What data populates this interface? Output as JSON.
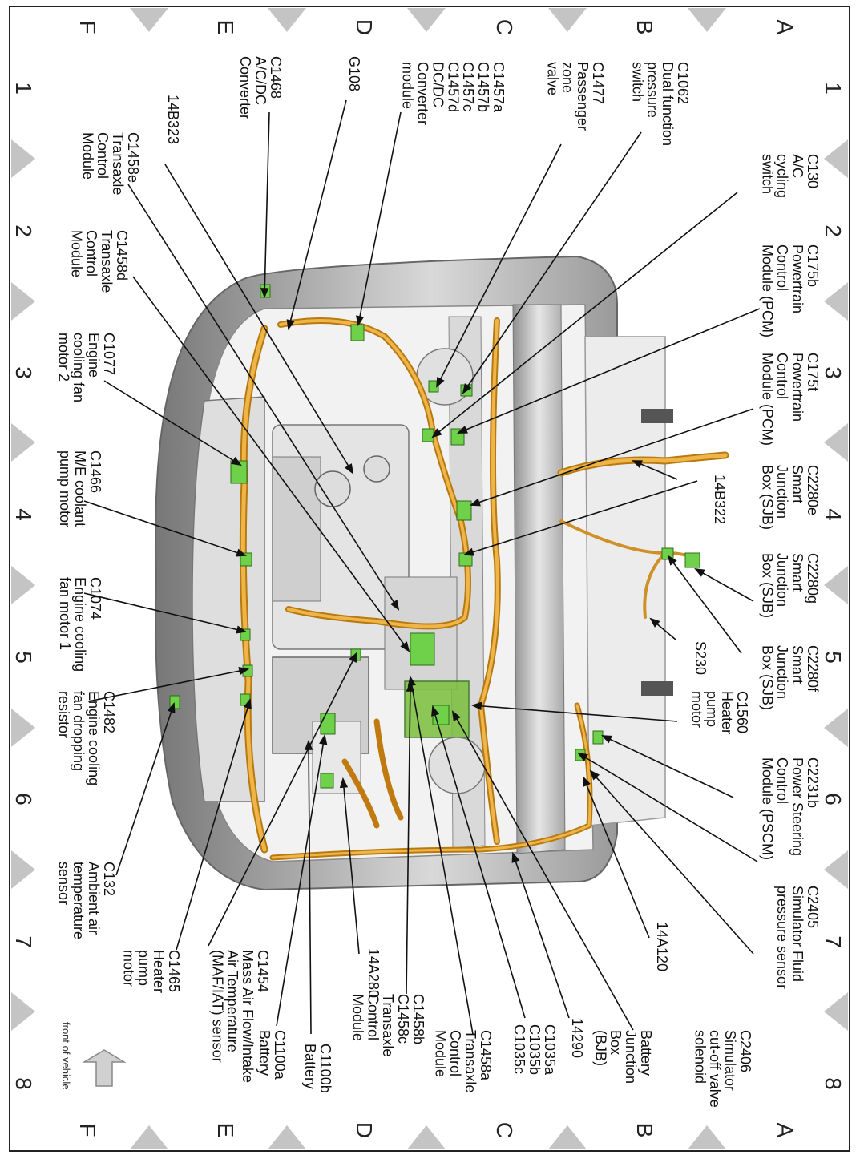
{
  "grid": {
    "columns": [
      "1",
      "2",
      "3",
      "4",
      "5",
      "6",
      "7",
      "8"
    ],
    "rows": [
      "A",
      "B",
      "C",
      "D",
      "E",
      "F"
    ]
  },
  "callouts": [
    {
      "id": "c1062",
      "lines": [
        "C1062",
        "Dual function",
        "pressure",
        "switch"
      ]
    },
    {
      "id": "c130",
      "lines": [
        "C130",
        "A/C",
        "cycling",
        "switch"
      ]
    },
    {
      "id": "c1477",
      "lines": [
        "C1477",
        "Passenger",
        "zone",
        "valve"
      ]
    },
    {
      "id": "c1457",
      "lines": [
        "C1457a",
        "C1457b",
        "C1457c",
        "C1457d",
        "DC/DC",
        "Converter",
        "module"
      ]
    },
    {
      "id": "g108",
      "lines": [
        "G108"
      ]
    },
    {
      "id": "c1468",
      "lines": [
        "C1468",
        "A/C/DC",
        "Converter"
      ]
    },
    {
      "id": "14b323",
      "lines": [
        "14B323"
      ]
    },
    {
      "id": "c1458e",
      "lines": [
        "C1458e",
        "Transaxle",
        "Control",
        "Module"
      ]
    },
    {
      "id": "c175b",
      "lines": [
        "C175b",
        "Powertrain",
        "Control",
        "Module (PCM)"
      ]
    },
    {
      "id": "c1458d",
      "lines": [
        "C1458d",
        "Transaxle",
        "Control",
        "Module"
      ]
    },
    {
      "id": "c175t",
      "lines": [
        "C175t",
        "Powertrain",
        "Control",
        "Module (PCM)"
      ]
    },
    {
      "id": "c1077",
      "lines": [
        "C1077",
        "Engine",
        "cooling fan",
        "motor 2"
      ]
    },
    {
      "id": "c2280e",
      "lines": [
        "C2280e",
        "Smart",
        "Junction",
        "Box (SJB)"
      ]
    },
    {
      "id": "14b322",
      "lines": [
        "14B322"
      ]
    },
    {
      "id": "c1466",
      "lines": [
        "C1466",
        "M/E coolant",
        "pump motor"
      ]
    },
    {
      "id": "c2280g",
      "lines": [
        "C2280g",
        "Smart",
        "Junction",
        "Box (SJB)"
      ]
    },
    {
      "id": "c1074",
      "lines": [
        "C1074",
        "Engine cooling",
        "fan motor 1"
      ]
    },
    {
      "id": "s230",
      "lines": [
        "S230"
      ]
    },
    {
      "id": "c2280f",
      "lines": [
        "C2280f",
        "Smart",
        "Junction",
        "Box (SJB)"
      ]
    },
    {
      "id": "c1482",
      "lines": [
        "C1482",
        "Engine cooling",
        "fan dropping",
        "resistor"
      ]
    },
    {
      "id": "c1560",
      "lines": [
        "C1560",
        "Heater",
        "pump",
        "motor"
      ]
    },
    {
      "id": "c2231b",
      "lines": [
        "C2231b",
        "Power Steering",
        "Control",
        "Module (PSCM)"
      ]
    },
    {
      "id": "c132",
      "lines": [
        "C132",
        "Ambient air",
        "temperature",
        "sensor"
      ]
    },
    {
      "id": "c2405",
      "lines": [
        "C2405",
        "Simulator Fluid",
        "pressure sensor"
      ]
    },
    {
      "id": "14a120",
      "lines": [
        "14A120"
      ]
    },
    {
      "id": "c1465",
      "lines": [
        "C1465",
        "Heater",
        "pump",
        "motor"
      ]
    },
    {
      "id": "c1454",
      "lines": [
        "C1454",
        "Mass Air Flow/Intake",
        "Air Temperature",
        "(MAF/IAT) sensor"
      ]
    },
    {
      "id": "14a280",
      "lines": [
        "14A280"
      ]
    },
    {
      "id": "c1458b",
      "lines": [
        "C1458b",
        "C1458c",
        "Transaxle",
        "Control",
        "Module"
      ]
    },
    {
      "id": "c1458a",
      "lines": [
        "C1458a",
        "Transaxle",
        "Control",
        "Module"
      ]
    },
    {
      "id": "14290",
      "lines": [
        "14290"
      ]
    },
    {
      "id": "c1035",
      "lines": [
        "C1035a",
        "C1035b",
        "C1035c"
      ]
    },
    {
      "id": "bjb",
      "lines": [
        "Battery",
        "Junction",
        "Box",
        "(BJB)"
      ]
    },
    {
      "id": "c2406",
      "lines": [
        "C2406",
        "Simulator",
        "cut-off valve",
        "solenoid"
      ]
    },
    {
      "id": "c1100b",
      "lines": [
        "C1100b",
        "Battery"
      ]
    },
    {
      "id": "c1100a",
      "lines": [
        "C1100a",
        "Battery"
      ]
    }
  ],
  "front_label": "front of vehicle"
}
